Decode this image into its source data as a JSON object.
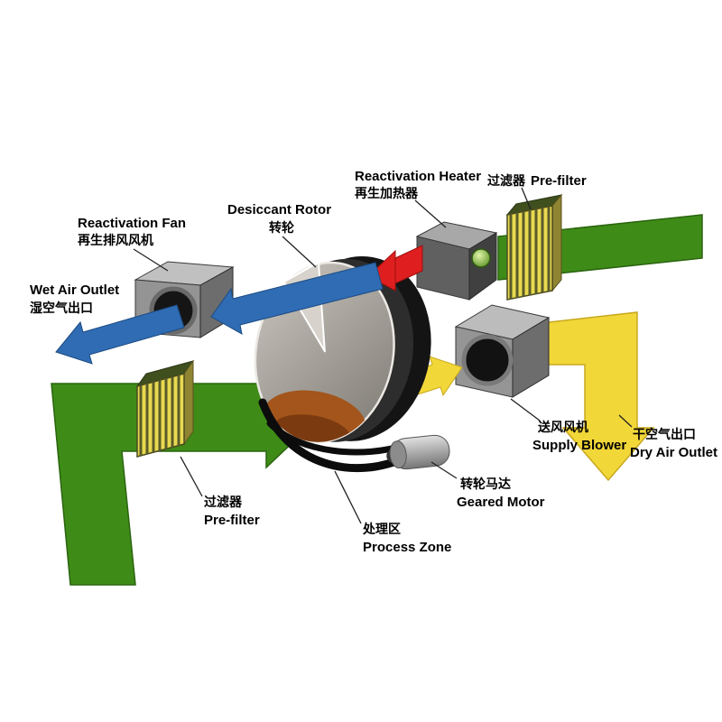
{
  "labels": {
    "reactivation_fan": {
      "en": "Reactivation Fan",
      "zh": "再生排风风机"
    },
    "wet_air_outlet": {
      "en": "Wet Air Outlet",
      "zh": "湿空气出口"
    },
    "desiccant_rotor": {
      "en": "Desiccant Rotor",
      "zh": "转轮"
    },
    "reactivation_heater": {
      "en": "Reactivation Heater",
      "zh": "再生加热器"
    },
    "prefilter_top": {
      "en": "Pre-filter",
      "zh": "过滤器"
    },
    "supply_blower": {
      "en": "Supply Blower",
      "zh": "送风风机"
    },
    "dry_air_outlet": {
      "en": "Dry Air Outlet",
      "zh": "干空气出口"
    },
    "geared_motor": {
      "en": "Geared Motor",
      "zh": "转轮马达"
    },
    "prefilter_bottom": {
      "en": "Pre-filter",
      "zh": "过滤器"
    },
    "process_zone": {
      "en": "Process Zone",
      "zh": "处理区"
    }
  },
  "colors": {
    "process_air_green": "#3e8c17",
    "dry_air_yellow": "#f2d739",
    "wet_air_blue": "#2f6cb3",
    "hot_air_red": "#df1f1f",
    "filter_yellow": "#e8d94f",
    "equipment_gray": "#909090"
  }
}
